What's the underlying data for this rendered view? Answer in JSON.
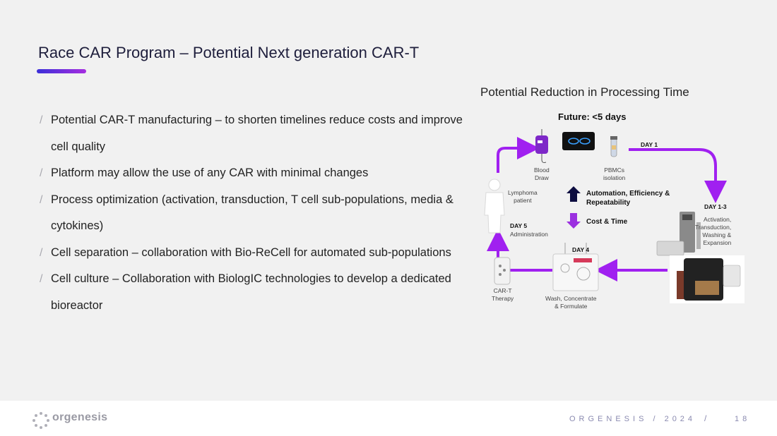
{
  "slide": {
    "title": "Race CAR Program – Potential Next generation CAR-T",
    "bullet_marker": "/",
    "bullets": [
      "Potential CAR-T manufacturing – to shorten timelines reduce costs and improve cell quality",
      "Platform may allow the use of any CAR with minimal changes",
      "Process optimization (activation, transduction, T cell sub-populations, media & cytokines)",
      "Cell separation – collaboration with Bio-ReCell for automated sub-populations",
      "Cell culture – Collaboration with BiologIC technologies to develop a dedicated bioreactor"
    ]
  },
  "diagram": {
    "heading": "Potential Reduction in Processing Time",
    "future": "Future: <5 days",
    "steps": {
      "blood_draw": [
        "Blood",
        "Draw"
      ],
      "pbmc": [
        "PBMCs",
        "isolation"
      ],
      "day1": "DAY 1",
      "day13": "DAY 1-3",
      "activation": [
        "Activation,",
        "Transduction,",
        "Washing &",
        "Expansion"
      ],
      "day4": "DAY 4",
      "wash": [
        "Wash, Concentrate",
        "& Formulate"
      ],
      "cart": [
        "CAR-T",
        "Therapy"
      ],
      "day5": "DAY 5",
      "administration": "Administration",
      "patient": [
        "Lymphoma",
        "patient"
      ]
    },
    "benefit_up": [
      "Automation, Efficiency &",
      "Repeatability"
    ],
    "benefit_down": "Cost & Time",
    "colors": {
      "accent": "#a020f0",
      "up_arrow": "#0d0d40",
      "down_arrow": "#9b30e0"
    }
  },
  "footer": {
    "logo_text": "orgenesis",
    "text": "ORGENESIS / 2024",
    "slash": "/",
    "page": "18"
  }
}
